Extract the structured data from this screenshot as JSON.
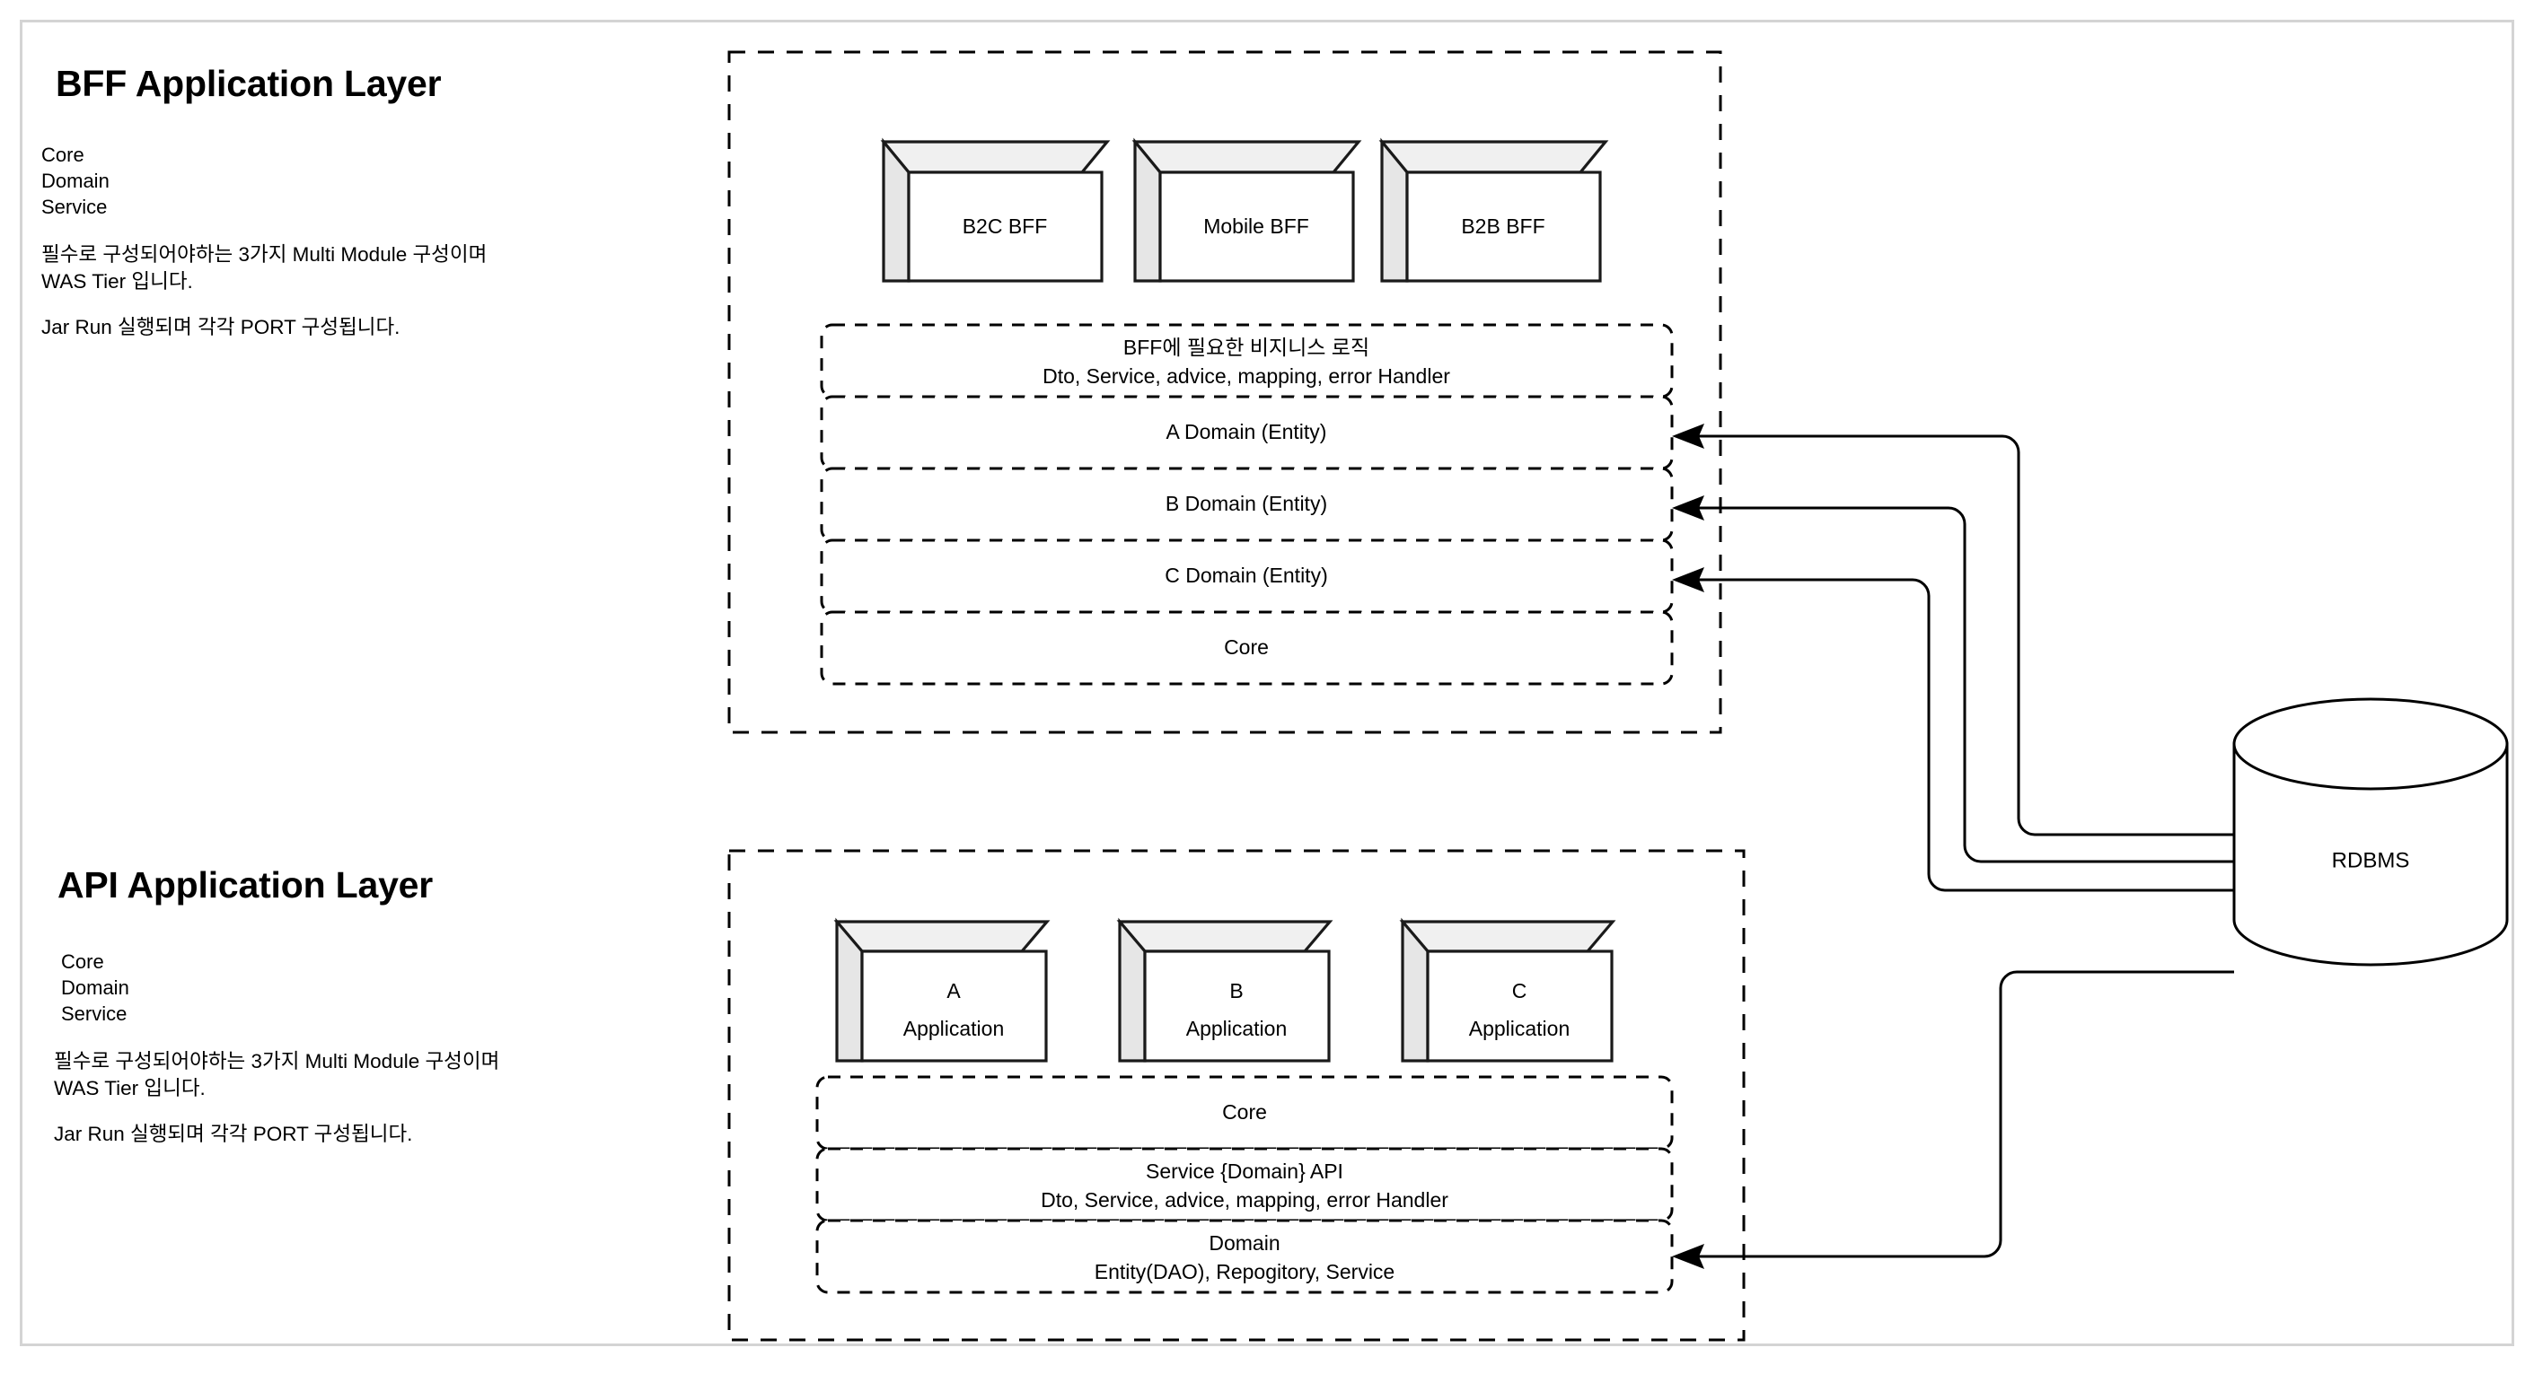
{
  "page": {
    "border_color": "#d4d4d4",
    "background": "#ffffff"
  },
  "bff_layer": {
    "title": "BFF Application Layer",
    "modules": "Core\nDomain\nService",
    "paragraph_1": "필수로 구성되어야하는 3가지 Multi Module 구성이며\nWAS Tier 입니다.",
    "paragraph_2": "Jar Run 실행되며 각각 PORT 구성됩니다.",
    "cubes": [
      {
        "label": "B2C BFF"
      },
      {
        "label": "Mobile BFF"
      },
      {
        "label": "B2B BFF"
      }
    ],
    "stack": [
      {
        "line1": "BFF에 필요한 비지니스 로직",
        "line2": "Dto, Service, advice, mapping, error Handler"
      },
      {
        "line1": "A Domain (Entity)",
        "line2": ""
      },
      {
        "line1": "B Domain (Entity)",
        "line2": ""
      },
      {
        "line1": "C Domain (Entity)",
        "line2": ""
      },
      {
        "line1": "Core",
        "line2": ""
      }
    ]
  },
  "api_layer": {
    "title": "API Application Layer",
    "modules": "Core\nDomain\nService",
    "paragraph_1": "필수로 구성되어야하는 3가지 Multi Module 구성이며\nWAS Tier 입니다.",
    "paragraph_2": "Jar Run 실행되며 각각 PORT 구성됩니다.",
    "cubes": [
      {
        "line1": "A",
        "line2": "Application"
      },
      {
        "line1": "B",
        "line2": "Application"
      },
      {
        "line1": "C",
        "line2": "Application"
      }
    ],
    "stack": [
      {
        "line1": "Core",
        "line2": ""
      },
      {
        "line1": "Service {Domain} API",
        "line2": "Dto, Service, advice, mapping, error Handler"
      },
      {
        "line1": "Domain",
        "line2": "Entity(DAO), Repogitory, Service"
      }
    ]
  },
  "database": {
    "label": "RDBMS"
  },
  "connections": [
    {
      "from": "RDBMS",
      "to": "A Domain (Entity)"
    },
    {
      "from": "RDBMS",
      "to": "B Domain (Entity)"
    },
    {
      "from": "RDBMS",
      "to": "C Domain (Entity)"
    },
    {
      "from": "RDBMS",
      "to": "Domain"
    }
  ]
}
